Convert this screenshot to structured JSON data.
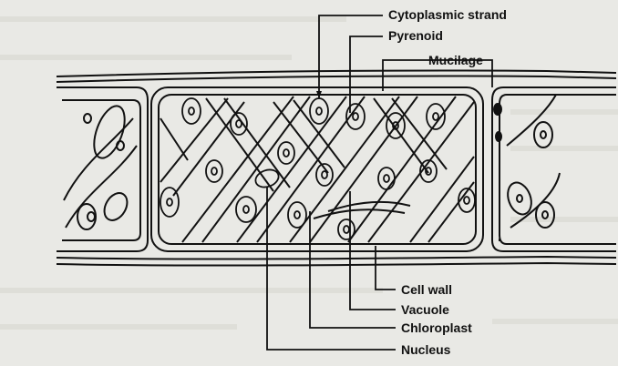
{
  "diagram": {
    "labels": [
      {
        "id": "cytoplasmic-strand",
        "text": "Cytoplasmic strand"
      },
      {
        "id": "pyrenoid",
        "text": "Pyrenoid"
      },
      {
        "id": "mucilage",
        "text": "Mucilage"
      },
      {
        "id": "cell-wall",
        "text": "Cell wall"
      },
      {
        "id": "vacuole",
        "text": "Vacuole"
      },
      {
        "id": "chloroplast",
        "text": "Chloroplast"
      },
      {
        "id": "nucleus",
        "text": "Nucleus"
      }
    ]
  },
  "colors": {
    "ink": "#111111",
    "paper": "#e9e9e5",
    "bleed_text": "#c9c9c4"
  }
}
